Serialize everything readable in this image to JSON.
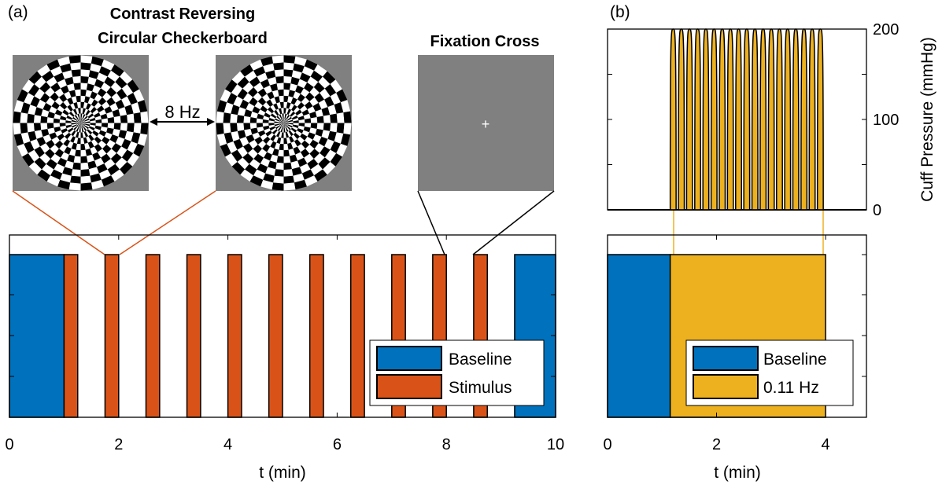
{
  "panel_a": {
    "panel_label": "(a)",
    "title_checker_line1": "Contrast Reversing",
    "title_checker_line2": "Circular Checkerboard",
    "title_fixation": "Fixation Cross",
    "freq_label": "8 Hz",
    "fixation_symbol": "+"
  },
  "panel_b": {
    "panel_label": "(b)"
  },
  "colors": {
    "baseline": "#0072BD",
    "stimulus": "#D95319",
    "cuff": "#EDB120",
    "stimulus_gray": "#808080"
  },
  "chart_data": [
    {
      "type": "bar",
      "subtype": "block-design timeline",
      "xlabel": "t (min)",
      "ylabel": "",
      "xlim": [
        0,
        10
      ],
      "xticks": [
        "0",
        "2",
        "4",
        "6",
        "8",
        "10"
      ],
      "legend": {
        "placement": "bottom-right",
        "entries": [
          "Baseline",
          "Stimulus"
        ]
      },
      "series": [
        {
          "name": "Baseline",
          "intervals": [
            [
              0,
              1
            ],
            [
              9.25,
              10
            ]
          ]
        },
        {
          "name": "Stimulus",
          "intervals": [
            [
              1.0,
              1.25
            ],
            [
              1.75,
              2.0
            ],
            [
              2.5,
              2.75
            ],
            [
              3.25,
              3.5
            ],
            [
              4.0,
              4.25
            ],
            [
              4.75,
              5.0
            ],
            [
              5.5,
              5.75
            ],
            [
              6.25,
              6.5
            ],
            [
              7.0,
              7.25
            ],
            [
              7.75,
              8.0
            ],
            [
              8.5,
              8.75
            ]
          ]
        }
      ]
    },
    {
      "type": "bar",
      "subtype": "block-design timeline",
      "xlabel": "t (min)",
      "ylabel": "",
      "xlim": [
        0,
        4.75
      ],
      "xticks": [
        "0",
        "2",
        "4"
      ],
      "legend": {
        "placement": "bottom-center",
        "entries": [
          "Baseline",
          "0.11 Hz"
        ]
      },
      "series": [
        {
          "name": "Baseline",
          "intervals": [
            [
              0,
              1.15
            ]
          ]
        },
        {
          "name": "0.11 Hz",
          "intervals": [
            [
              1.15,
              4.0
            ]
          ]
        }
      ]
    },
    {
      "type": "area",
      "xlim": [
        0,
        4.75
      ],
      "ylim": [
        0,
        200
      ],
      "yticks": [
        "0",
        "100",
        "200"
      ],
      "ylabel": "Cuff Pressure (mmHg)",
      "pulse_start": 1.15,
      "pulse_period_min": 0.15,
      "pulse_count": 19,
      "pulse_peak": 200
    }
  ]
}
